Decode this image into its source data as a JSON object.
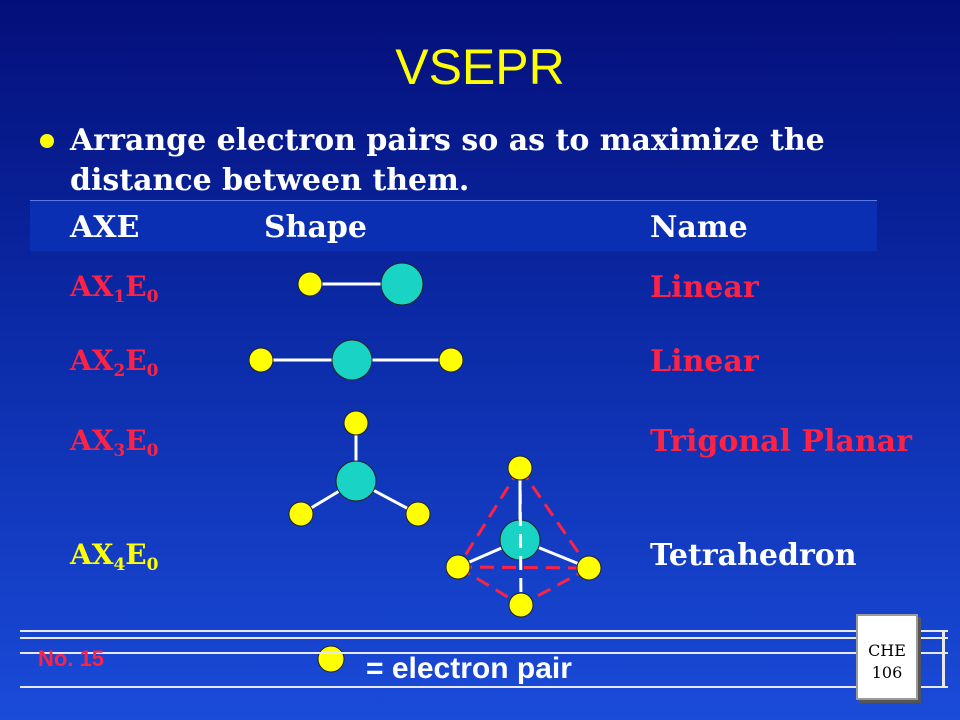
{
  "title": "VSEPR",
  "bullet": "Arrange electron pairs so as to maximize the distance between them.",
  "table_header": {
    "col1": "AXE",
    "col2": "Shape",
    "col3": "Name"
  },
  "rows": [
    {
      "formula": {
        "a": "AX",
        "n": "1",
        "e": "E",
        "m": "0"
      },
      "name": "Linear"
    },
    {
      "formula": {
        "a": "AX",
        "n": "2",
        "e": "E",
        "m": "0"
      },
      "name": "Linear"
    },
    {
      "formula": {
        "a": "AX",
        "n": "3",
        "e": "E",
        "m": "0"
      },
      "name": "Trigonal Planar"
    },
    {
      "formula": {
        "a": "AX",
        "n": "4",
        "e": "E",
        "m": "0"
      },
      "name": "Tetrahedron"
    }
  ],
  "footer": {
    "slide_number": "No. 15",
    "legend_text": "= electron pair",
    "course_line1": "CHE",
    "course_line2": "106"
  },
  "colors": {
    "electron_pair": "#ffff00",
    "central_atom": "#19d3c5",
    "title": "#ffff00",
    "formula_red": "#ff2244",
    "tetra_edges": "#ff2244"
  }
}
